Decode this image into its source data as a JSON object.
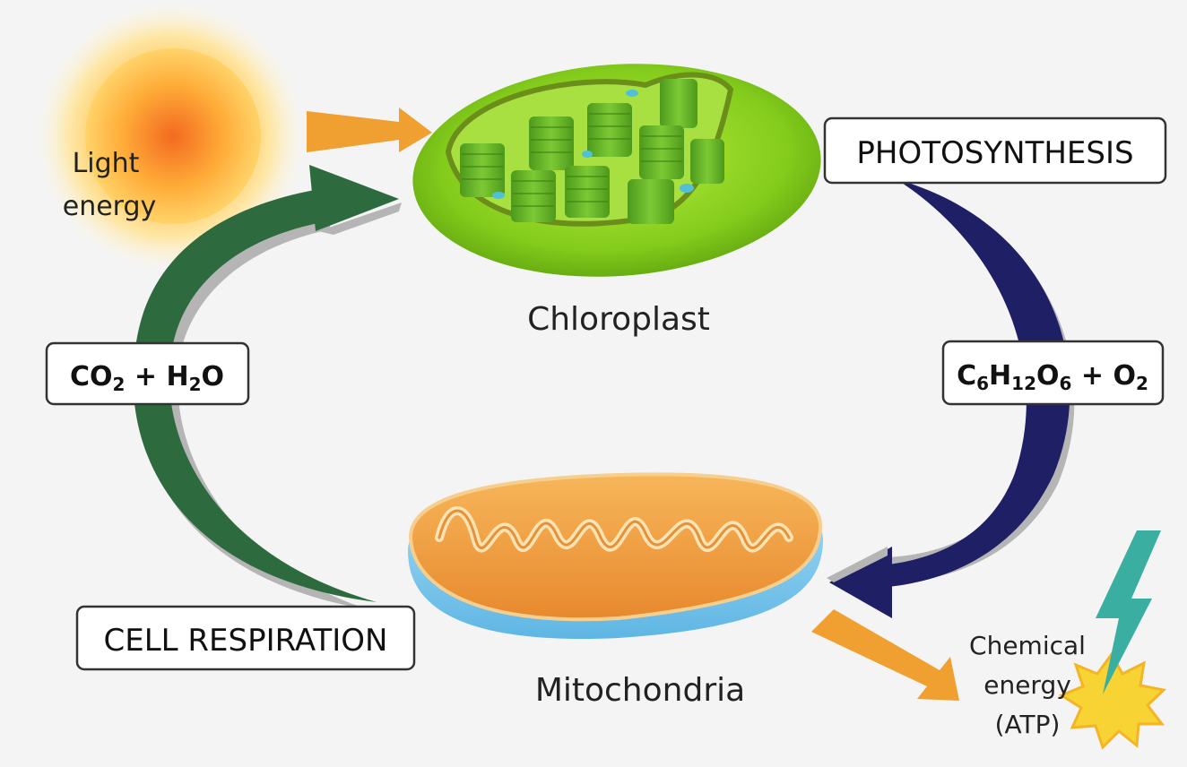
{
  "labels": {
    "light_energy_line1": "Light",
    "light_energy_line2": "energy",
    "chloroplast": "Chloroplast",
    "mitochondria": "Mitochondria",
    "chemical_line1": "Chemical",
    "chemical_line2": "energy",
    "chemical_line3": "(ATP)"
  },
  "boxes": {
    "photosynthesis": "PHOTOSYNTHESIS",
    "cell_respiration": "CELL RESPIRATION"
  },
  "formulas": {
    "left": {
      "a": "CO",
      "a_sub": "2",
      "plus": " + H",
      "b_sub": "2",
      "c": "O"
    },
    "right": {
      "a": "C",
      "a_sub": "6",
      "b": "H",
      "b_sub": "12",
      "c": "O",
      "c_sub": "6",
      "plus": " + O",
      "d_sub": "2"
    }
  },
  "colors": {
    "green_arrow": "#2d6a3e",
    "navy_arrow": "#1f1f66",
    "orange_arrow": "#f0a030",
    "bolt": "#3aaea0",
    "chloroplast": "#8ed12a",
    "mitochondria": "#f2a54a"
  }
}
